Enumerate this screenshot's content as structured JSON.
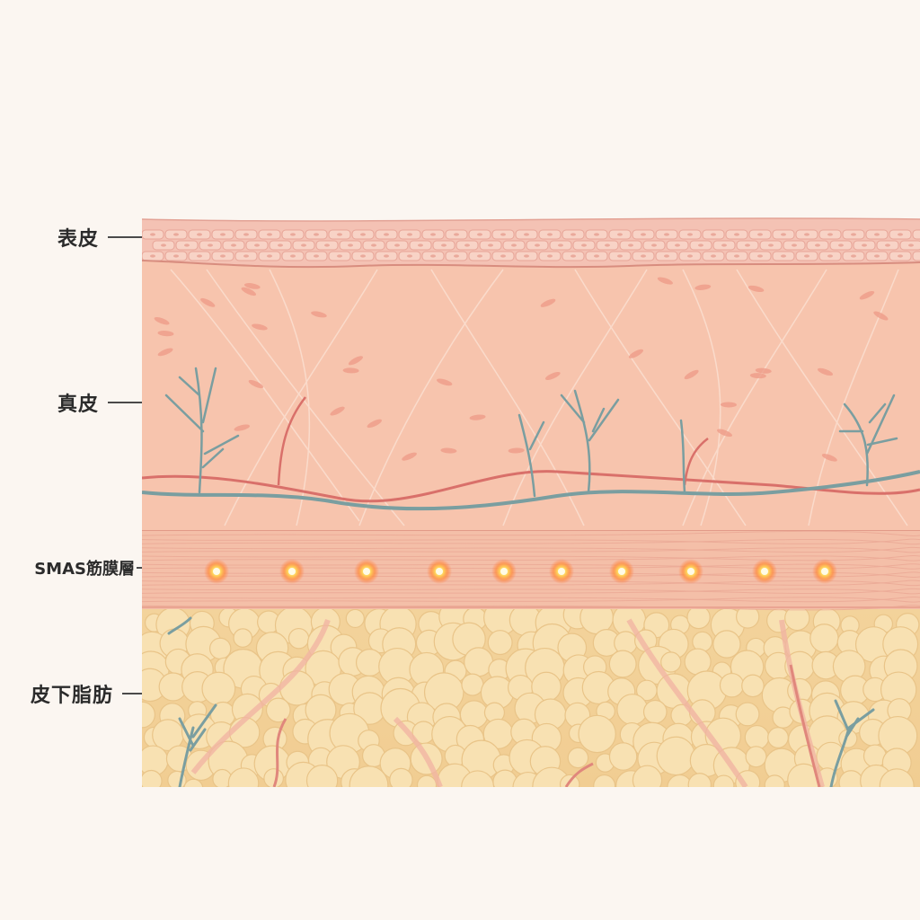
{
  "layers": [
    {
      "id": "epidermis",
      "label": "表皮"
    },
    {
      "id": "dermis",
      "label": "真皮"
    },
    {
      "id": "smas",
      "label": "SMAS筋膜層"
    },
    {
      "id": "subcutaneous",
      "label": "皮下脂肪"
    }
  ],
  "colors": {
    "background": "#fbf6f1",
    "epidermis": "#f4c2b4",
    "dermis": "#f7c2aa",
    "smas": "#f4bfa8",
    "fat": "#f5d7a0",
    "fat_cell": "#f8e1b3",
    "vein": "#7a9ea0",
    "artery": "#d9706a",
    "energy_point": "#ff9a3c"
  },
  "energy_points": {
    "count": 10
  }
}
